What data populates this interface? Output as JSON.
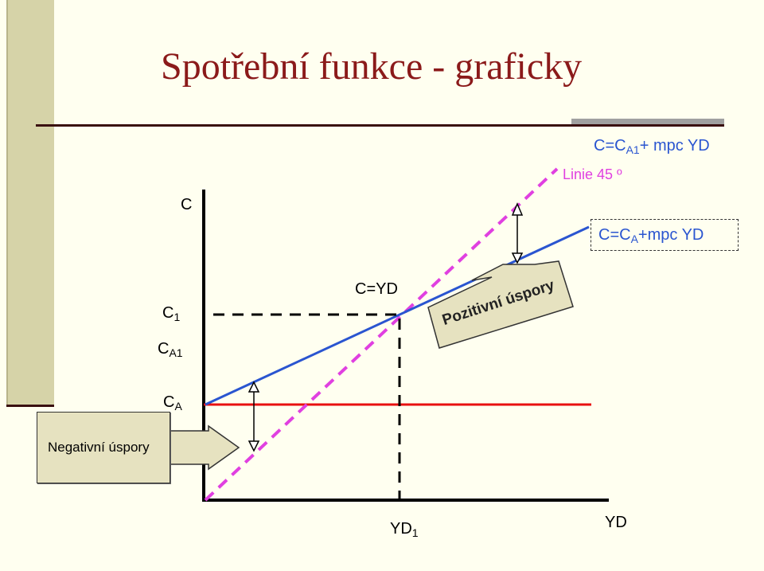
{
  "slide": {
    "title": "Spotřební funkce - graficky"
  },
  "axes": {
    "y_label": "C",
    "x_label": "YD"
  },
  "labels": {
    "c1": "C",
    "c1_sub": "1",
    "ca1": "C",
    "ca1_sub": "A1",
    "ca": "C",
    "ca_sub": "A",
    "yd1": "YD",
    "yd1_sub": "1",
    "c_eq_yd": "C=YD",
    "line45": "Linie 45 º",
    "func_a1_pre": "C=C",
    "func_a1_sub": "A1",
    "func_a1_post": "+ mpc YD",
    "func_a_pre": "C=C",
    "func_a_sub": "A",
    "func_a_post": "+mpc YD"
  },
  "callouts": {
    "negative": "Negativní úspory",
    "positive": "Pozitivní úspory"
  },
  "colors": {
    "background": "#fffff0",
    "left_band": "#d6d3a8",
    "title": "#8b1a1a",
    "consumption_line": "#2a55d0",
    "line_45": "#e040e0",
    "autonomous_line": "#e81010",
    "callout_fill": "#e6e2c0"
  }
}
